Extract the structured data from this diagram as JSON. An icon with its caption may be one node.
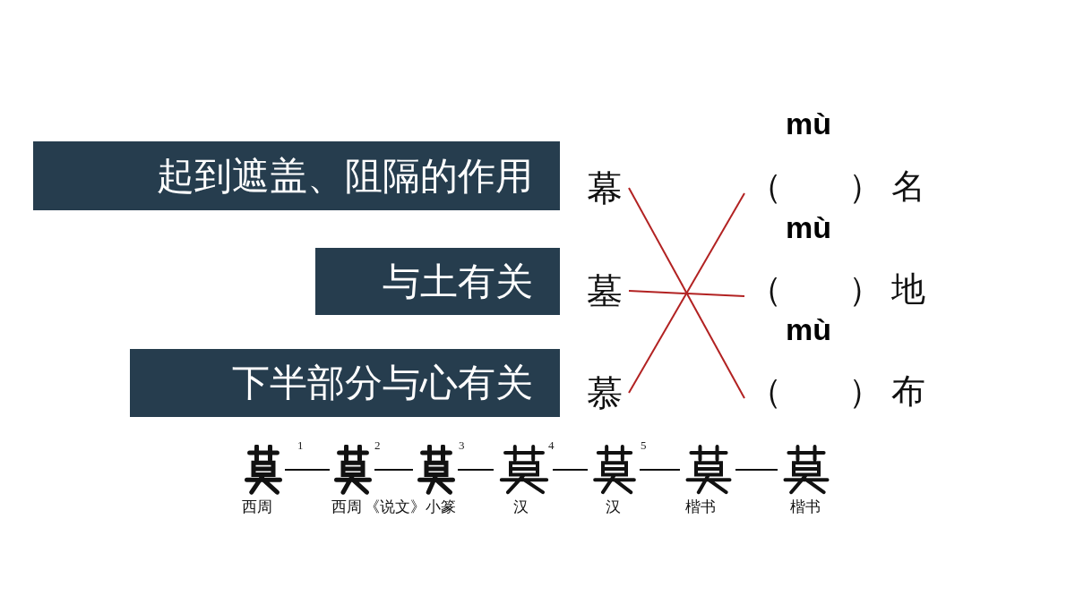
{
  "diagram": {
    "nodes": [
      {
        "text": [
          "起到遮盖、阻隔的作用"
        ]
      },
      {
        "text": [
          "与土有关"
        ]
      },
      {
        "text": [
          "下半部分与心有关"
        ]
      },
      {
        "text": [
          "幕"
        ]
      },
      {
        "text": [
          "墓"
        ]
      },
      {
        "text": [
          "慕"
        ]
      },
      {
        "text": [
          "（ ）",
          "名"
        ]
      },
      {
        "text": [
          "（ ）",
          "地"
        ]
      },
      {
        "text": [
          "（ ）",
          "布"
        ]
      },
      {
        "text": [],
        "shape": "picture",
        "beside": [
          "西周"
        ]
      },
      {
        "text": [],
        "shape": "picture",
        "beside": [
          "西周"
        ]
      },
      {
        "text": [],
        "shape": "picture",
        "beside": [
          "《说文》小篆"
        ]
      },
      {
        "text": [],
        "shape": "picture",
        "beside": [
          "汉"
        ]
      },
      {
        "text": [],
        "shape": "picture",
        "beside": [
          "汉"
        ]
      },
      {
        "text": [],
        "shape": "picture",
        "beside": [
          "楷书"
        ]
      },
      {
        "text": [],
        "shape": "picture",
        "beside": [
          "楷书"
        ]
      }
    ],
    "edges": [
      {
        "from": 3,
        "to": 8,
        "arrow": "none",
        "color": "#b22222"
      },
      {
        "from": 4,
        "to": 7,
        "arrow": "none",
        "color": "#b22222"
      },
      {
        "from": 5,
        "to": 6,
        "arrow": "none",
        "color": "#b22222"
      },
      {
        "from": 9,
        "to": 10,
        "arrow": "none"
      },
      {
        "from": 10,
        "to": 11,
        "arrow": "none"
      },
      {
        "from": 11,
        "to": 12,
        "arrow": "none"
      },
      {
        "from": 12,
        "to": 13,
        "arrow": "none"
      },
      {
        "from": 13,
        "to": 14,
        "arrow": "none"
      },
      {
        "from": 14,
        "to": 15,
        "arrow": "none"
      }
    ],
    "labels": [
      "mù",
      "mù",
      "mù",
      "1",
      "2",
      "3",
      "4",
      "5"
    ]
  }
}
